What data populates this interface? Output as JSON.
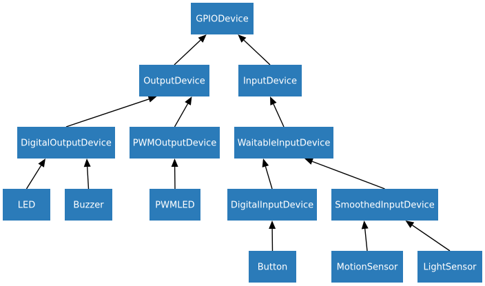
{
  "colors": {
    "node_fill": "#2b7bb9",
    "node_text": "#ffffff",
    "edge": "#000000"
  },
  "nodes": [
    {
      "id": "gpio",
      "label": "GPIODevice"
    },
    {
      "id": "output",
      "label": "OutputDevice"
    },
    {
      "id": "input",
      "label": "InputDevice"
    },
    {
      "id": "digital_output",
      "label": "DigitalOutputDevice"
    },
    {
      "id": "pwm_output",
      "label": "PWMOutputDevice"
    },
    {
      "id": "waitable_input",
      "label": "WaitableInputDevice"
    },
    {
      "id": "led",
      "label": "LED"
    },
    {
      "id": "buzzer",
      "label": "Buzzer"
    },
    {
      "id": "pwmled",
      "label": "PWMLED"
    },
    {
      "id": "digital_input",
      "label": "DigitalInputDevice"
    },
    {
      "id": "smoothed_input",
      "label": "SmoothedInputDevice"
    },
    {
      "id": "button",
      "label": "Button"
    },
    {
      "id": "motion_sensor",
      "label": "MotionSensor"
    },
    {
      "id": "light_sensor",
      "label": "LightSensor"
    }
  ],
  "edges": [
    {
      "from": "output",
      "to": "gpio"
    },
    {
      "from": "input",
      "to": "gpio"
    },
    {
      "from": "digital_output",
      "to": "output"
    },
    {
      "from": "pwm_output",
      "to": "output"
    },
    {
      "from": "waitable_input",
      "to": "input"
    },
    {
      "from": "led",
      "to": "digital_output"
    },
    {
      "from": "buzzer",
      "to": "digital_output"
    },
    {
      "from": "pwmled",
      "to": "pwm_output"
    },
    {
      "from": "digital_input",
      "to": "waitable_input"
    },
    {
      "from": "smoothed_input",
      "to": "waitable_input"
    },
    {
      "from": "button",
      "to": "digital_input"
    },
    {
      "from": "motion_sensor",
      "to": "smoothed_input"
    },
    {
      "from": "light_sensor",
      "to": "smoothed_input"
    }
  ]
}
